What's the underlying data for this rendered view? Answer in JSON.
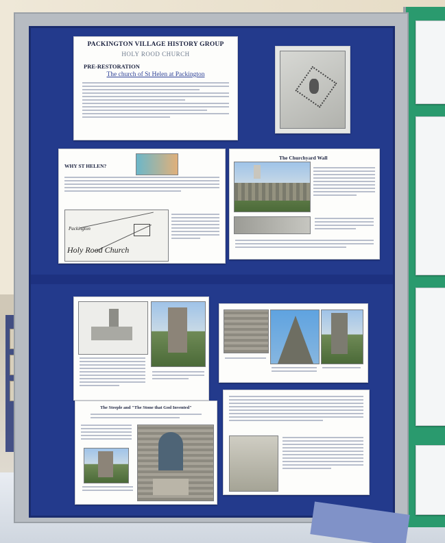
{
  "image": {
    "board_title": "PACKINGTON VILLAGE HISTORY GROUP",
    "board_subtitle": "HOLY ROOD CHURCH",
    "intro_heading": "PRE-RESTORATION",
    "intro_subheading": "The church of St Helen at Packington",
    "why_heading": "WHY ST HELEN?",
    "map_label_top": "Packington",
    "map_label_main": "Holy Rood Church",
    "wall_heading": "The Churchyard Wall",
    "steeple_heading": "The Steeple and \"The Stone that God Invented\"",
    "colors": {
      "board_blue": "#233a8c",
      "side_board_green": "#2a9a6e",
      "frame_grey": "#b7bcc2",
      "sheet_white": "#fdfdfb"
    }
  }
}
